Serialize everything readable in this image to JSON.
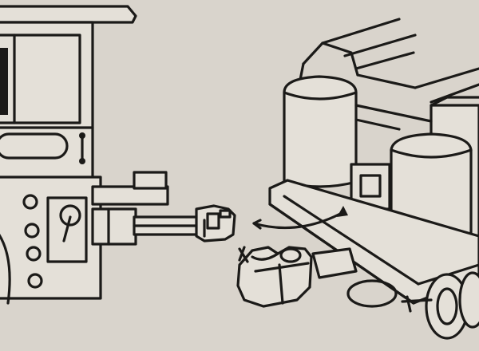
{
  "illustration": {
    "background": "#d9d4cc",
    "ink": "#1b1a18",
    "paper": "#e4e0d8",
    "subjects": [
      "locomotive-front",
      "coupler-knuckle",
      "freight-car-truck"
    ]
  }
}
